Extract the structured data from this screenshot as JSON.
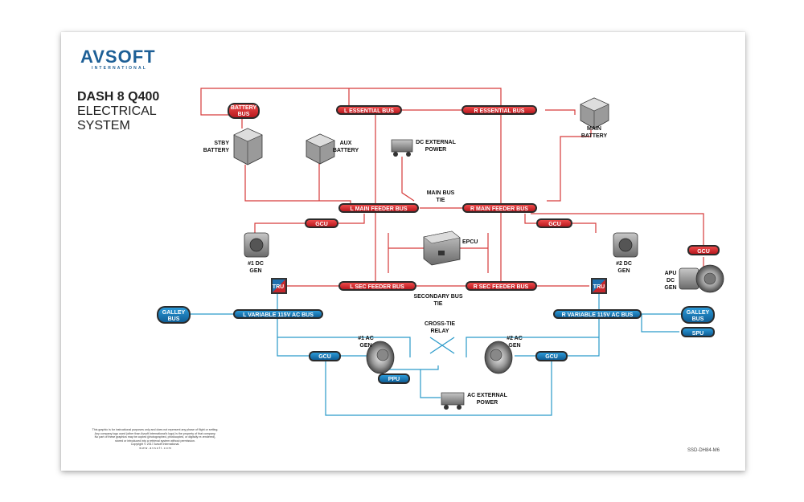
{
  "logo": {
    "brand": "AVSOFT",
    "sub": "INTERNATIONAL"
  },
  "title": {
    "line1": "DASH 8 Q400",
    "line2": "ELECTRICAL",
    "line3": "SYSTEM"
  },
  "colors": {
    "dc_wire": "#d63a3a",
    "ac_wire": "#2a9ac9",
    "dc_bus": "#d8262c",
    "ac_bus": "#1779b8",
    "bus_dark": "#2a2a2a"
  },
  "buses": {
    "battery_bus": [
      "BATTERY",
      "BUS"
    ],
    "l_essential": "L ESSENTIAL BUS",
    "r_essential": "R ESSENTIAL BUS",
    "l_main_feeder": "L MAIN FEEDER BUS",
    "r_main_feeder": "R MAIN FEEDER BUS",
    "l_sec_feeder": "L SEC FEEDER BUS",
    "r_sec_feeder": "R SEC FEEDER BUS",
    "l_var_ac": "L VARIABLE 115V AC BUS",
    "r_var_ac": "R VARIABLE 115V AC BUS",
    "galley_left": [
      "GALLEY",
      "BUS"
    ],
    "galley_right": [
      "GALLEY",
      "BUS"
    ]
  },
  "units": {
    "gcu": "GCU",
    "ppu": "PPU",
    "spu": "SPU",
    "tru_left": "TRU",
    "tru_right": "TRU"
  },
  "labels": {
    "stby_battery": [
      "STBY",
      "BATTERY"
    ],
    "aux_battery": [
      "AUX",
      "BATTERY"
    ],
    "main_battery": [
      "MAIN",
      "BATTERY"
    ],
    "dc_external_power": [
      "DC EXTERNAL",
      "POWER"
    ],
    "main_bus_tie": [
      "MAIN BUS",
      "TIE"
    ],
    "epcu": "EPCU",
    "dc_gen_1": [
      "#1 DC",
      "GEN"
    ],
    "dc_gen_2": [
      "#2 DC",
      "GEN"
    ],
    "apu_dc_gen": [
      "APU",
      "DC",
      "GEN"
    ],
    "secondary_bus_tie": [
      "SECONDARY BUS",
      "TIE"
    ],
    "cross_tie_relay": [
      "CROSS-TIE",
      "RELAY"
    ],
    "ac_gen_1": [
      "#1 AC",
      "GEN"
    ],
    "ac_gen_2": [
      "#2 AC",
      "GEN"
    ],
    "ac_external_power": [
      "AC EXTERNAL",
      "POWER"
    ]
  },
  "disclaimer": [
    "This graphic is for instructional purposes only and does not represent any phase of flight or setting.",
    "Any company logo used (other than Avsoft International's logo) is the property of that company.",
    "No part of these graphics may be copied (photographed, photocopied, or digitally re-rendered),",
    "stored or introduced into a retrieval system without permission.",
    "Copyright © 2017 Avsoft International.",
    "w w w . a v s o f t . c o m"
  ],
  "doc_id": "SSD-DH84-M6"
}
